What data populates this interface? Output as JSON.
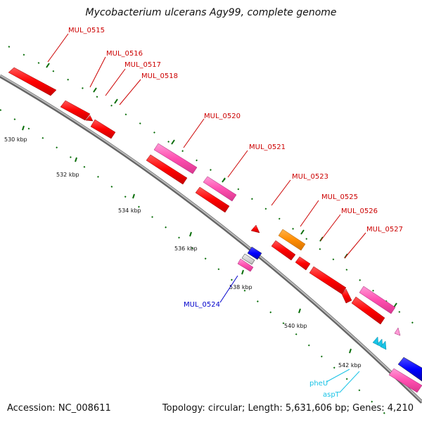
{
  "title": "Mycobacterium ulcerans Agy99, complete genome",
  "footer": {
    "accession": "Accession: NC_008611",
    "summary": "Topology: circular; Length: 5,631,606 bp; Genes: 4,210"
  },
  "colors": {
    "cds": "#ff0000",
    "pink_feature": "#ff4fb0",
    "orange_feature": "#ff8c00",
    "blue_feature": "#0000ff",
    "trna": "#19c3e6",
    "tick": "#0a6e0a",
    "backbone": "#777777",
    "label_red": "#cc0000",
    "label_blue": "#0000cc",
    "label_cyan": "#19c3e6"
  },
  "scale_labels": [
    "530 kbp",
    "532 kbp",
    "534 kbp",
    "536 kbp",
    "538 kbp",
    "540 kbp",
    "542 kbp"
  ],
  "gene_labels": {
    "MUL_0515": "MUL_0515",
    "MUL_0516": "MUL_0516",
    "MUL_0517": "MUL_0517",
    "MUL_0518": "MUL_0518",
    "MUL_0520": "MUL_0520",
    "MUL_0521": "MUL_0521",
    "MUL_0523": "MUL_0523",
    "MUL_0525": "MUL_0525",
    "MUL_0526": "MUL_0526",
    "MUL_0527": "MUL_0527",
    "MUL_0524": "MUL_0524",
    "pheU": "pheU",
    "aspT": "aspT"
  }
}
